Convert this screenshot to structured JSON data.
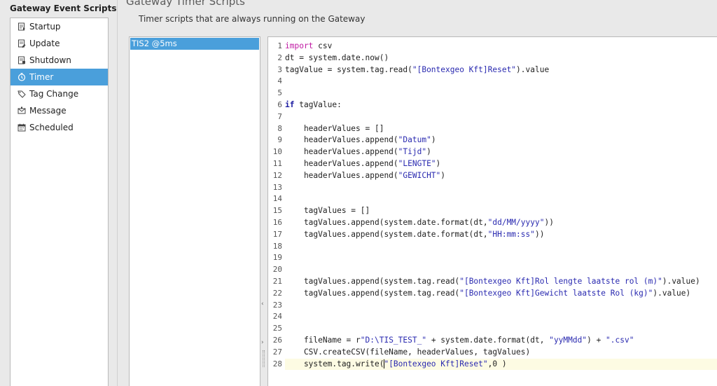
{
  "sidebar": {
    "title": "Gateway Event Scripts",
    "items": [
      {
        "label": "Startup",
        "icon": "startup-script-icon",
        "selected": false
      },
      {
        "label": "Update",
        "icon": "update-script-icon",
        "selected": false
      },
      {
        "label": "Shutdown",
        "icon": "shutdown-script-icon",
        "selected": false
      },
      {
        "label": "Timer",
        "icon": "timer-icon",
        "selected": true
      },
      {
        "label": "Tag Change",
        "icon": "tag-change-icon",
        "selected": false
      },
      {
        "label": "Message",
        "icon": "message-icon",
        "selected": false
      },
      {
        "label": "Scheduled",
        "icon": "calendar-icon",
        "selected": false
      }
    ]
  },
  "header": {
    "title": "Gateway Timer Scripts",
    "subtitle": "Timer scripts that are always running on the Gateway"
  },
  "scripts": {
    "items": [
      {
        "label": "TIS2 @5ms",
        "selected": true
      }
    ]
  },
  "editor": {
    "current_line": 28,
    "lines": [
      "import csv",
      "dt = system.date.now()",
      "tagValue = system.tag.read(\"[Bontexgeo Kft]Reset\").value",
      "",
      "",
      "if tagValue:",
      "",
      "    headerValues = []",
      "    headerValues.append(\"Datum\")",
      "    headerValues.append(\"Tijd\")",
      "    headerValues.append(\"LENGTE\")",
      "    headerValues.append(\"GEWICHT\")",
      "",
      "",
      "    tagValues = []",
      "    tagValues.append(system.date.format(dt,\"dd/MM/yyyy\"))",
      "    tagValues.append(system.date.format(dt,\"HH:mm:ss\"))",
      "",
      "",
      "",
      "    tagValues.append(system.tag.read(\"[Bontexgeo Kft]Rol lengte laatste rol (m)\").value)",
      "    tagValues.append(system.tag.read(\"[Bontexgeo Kft]Gewicht laatste Rol (kg)\").value)",
      "",
      "",
      "",
      "    fileName = r\"D:\\TIS_TEST_\" + system.date.format(dt, \"yyMMdd\") + \".csv\"",
      "    CSV.createCSV(fileName, headerValues, tagValues)",
      "    system.tag.write(\"[Bontexgeo Kft]Reset\",0 )"
    ]
  },
  "splitter": {
    "collapse_left": "‹",
    "expand_right": "›"
  },
  "colors": {
    "selection": "#4a9fdb",
    "keyword": "#c01ba4",
    "string": "#2a2ab0",
    "current_line": "#fdfbe3"
  }
}
